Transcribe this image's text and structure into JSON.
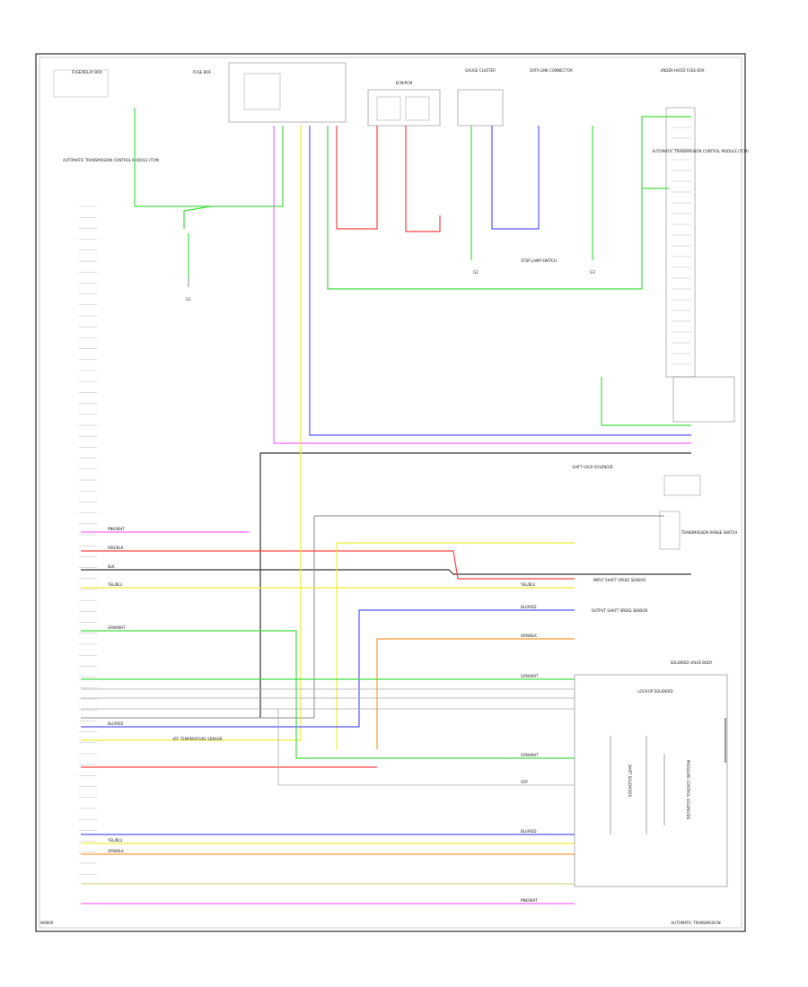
{
  "title": "AUTOMATIC TRANSMISSION",
  "page_code": "W0B00",
  "colors": {
    "pink": "#ff66ff",
    "blue": "#5555ff",
    "green": "#44dd44",
    "red": "#ff4444",
    "yellow": "#eeee33",
    "orange": "#ff9933",
    "gray": "#888888",
    "dark": "#333333",
    "frame": "#555555"
  },
  "components": {
    "tcm": "AUTOMATIC TRANSMISSION CONTROL MODULE (TCM)",
    "gauge": "GAUGE CLUSTER",
    "brake_switch": "STOP LAMP SWITCH",
    "ground_a": "G1",
    "ground_b": "G2",
    "ground_c": "G3",
    "fuse_box_left": "FUSE/RELAY BOX",
    "fuse_box_right": "UNDER-HOOD FUSE BOX",
    "fuse_box_mid": "FUSE BOX",
    "ecm": "ECM/PCM",
    "data_link": "DATA LINK CONNECTOR",
    "shift_lock": "SHIFT LOCK SOLENOID",
    "range_switch": "TRANSMISSION RANGE SWITCH",
    "speed_sensor_in": "INPUT SHAFT SPEED SENSOR",
    "speed_sensor_out": "OUTPUT SHAFT SPEED SENSOR",
    "temp_sensor": "ATF TEMPERATURE SENSOR",
    "solenoid_body": "SOLENOID VALVE BODY",
    "lockup": "LOCK-UP SOLENOID",
    "shift_sol": "SHIFT SOLENOIDS",
    "pressure_sol": "PRESSURE CONTROL SOLENOIDS"
  },
  "wires": [
    {
      "name": "pink",
      "label": "PNK/WHT"
    },
    {
      "name": "blue",
      "label": "BLU/RED"
    },
    {
      "name": "green",
      "label": "GRN/WHT"
    },
    {
      "name": "red",
      "label": "RED/BLK"
    },
    {
      "name": "yellow",
      "label": "YEL/BLU"
    },
    {
      "name": "orange",
      "label": "ORN/BLK"
    },
    {
      "name": "gray",
      "label": "GRY"
    },
    {
      "name": "dark",
      "label": "BLK"
    }
  ]
}
